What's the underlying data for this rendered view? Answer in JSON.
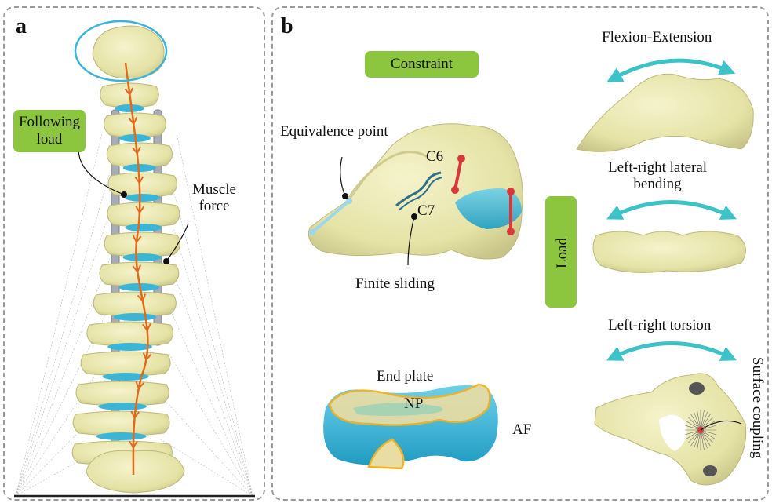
{
  "panel_a": {
    "letter": "a",
    "following_load_label": "Following\nload",
    "muscle_force_label": "Muscle\nforce"
  },
  "panel_b": {
    "letter": "b",
    "constraint_label": "Constraint",
    "load_label": "Load",
    "equivalence_point_label": "Equivalence point",
    "c6_label": "C6",
    "c7_label": "C7",
    "finite_sliding_label": "Finite sliding",
    "end_plate_label": "End plate",
    "np_label": "NP",
    "af_label": "AF",
    "flexion_extension_label": "Flexion-Extension",
    "lateral_bending_label": "Left-right lateral\nbending",
    "torsion_label": "Left-right torsion",
    "surface_coupling_label": "Surface coupling"
  },
  "colors": {
    "bone": "#e9e7b0",
    "disc": "#3bb5d6",
    "arrow_teal": "#3cc3c8",
    "load_line": "#e2691e",
    "constraint_red": "#d9373a",
    "annotation_green": "#8cc63f",
    "frame_gray": "#9a9a9a"
  }
}
